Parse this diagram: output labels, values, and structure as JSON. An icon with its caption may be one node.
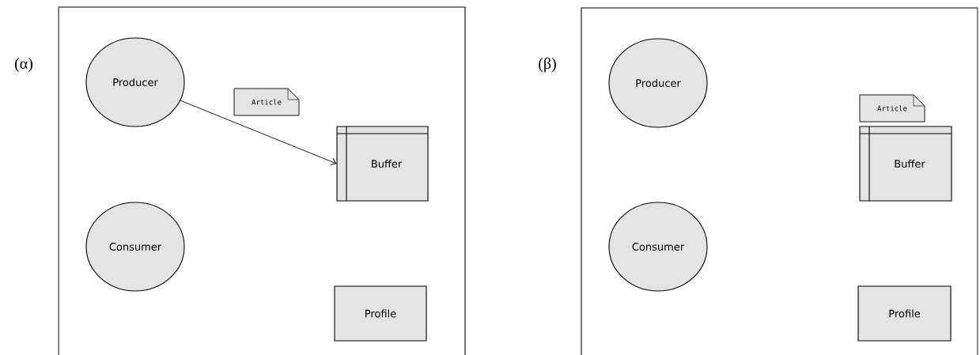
{
  "diagram": {
    "nodes": [
      {
        "text": [
          "(α)"
        ]
      },
      {
        "text": [
          "Producer"
        ],
        "in": 0
      },
      {
        "text": [
          "Article"
        ],
        "in": 0
      },
      {
        "text": [
          "Buffer"
        ],
        "in": 0
      },
      {
        "text": [
          "Consumer"
        ],
        "in": 0
      },
      {
        "text": [
          "Profile"
        ],
        "in": 0
      },
      {
        "text": [
          "(β)"
        ]
      },
      {
        "text": [
          "Producer"
        ],
        "in": 6
      },
      {
        "text": [
          "Article"
        ],
        "in": 6
      },
      {
        "text": [
          "Buffer"
        ],
        "in": 6
      },
      {
        "text": [
          "Consumer"
        ],
        "in": 6
      },
      {
        "text": [
          "Profile"
        ],
        "in": 6
      }
    ],
    "edges": [
      {
        "from": 1,
        "to": 3,
        "arrow": "to"
      }
    ]
  }
}
